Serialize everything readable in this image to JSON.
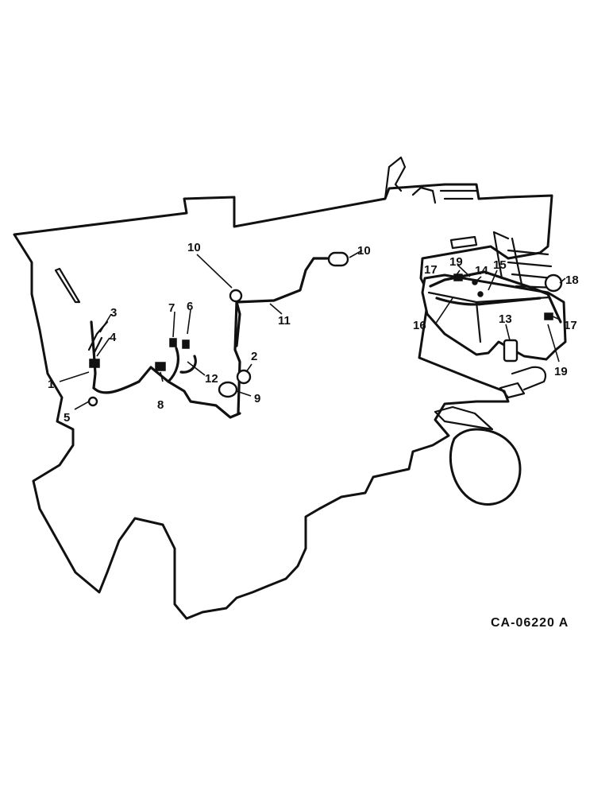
{
  "drawing_code": "CA-06220 A",
  "callouts": [
    {
      "id": "c1",
      "text": "1"
    },
    {
      "id": "c2",
      "text": "2"
    },
    {
      "id": "c3",
      "text": "3"
    },
    {
      "id": "c4",
      "text": "4"
    },
    {
      "id": "c5",
      "text": "5"
    },
    {
      "id": "c6",
      "text": "6"
    },
    {
      "id": "c7",
      "text": "7"
    },
    {
      "id": "c8",
      "text": "8"
    },
    {
      "id": "c9",
      "text": "9"
    },
    {
      "id": "c10a",
      "text": "10"
    },
    {
      "id": "c10b",
      "text": "10"
    },
    {
      "id": "c11",
      "text": "11"
    },
    {
      "id": "c12",
      "text": "12"
    },
    {
      "id": "c13",
      "text": "13"
    },
    {
      "id": "c14",
      "text": "14"
    },
    {
      "id": "c15",
      "text": "15"
    },
    {
      "id": "c16",
      "text": "16"
    },
    {
      "id": "c17a",
      "text": "17"
    },
    {
      "id": "c17b",
      "text": "17"
    },
    {
      "id": "c18",
      "text": "18"
    },
    {
      "id": "c19a",
      "text": "19"
    },
    {
      "id": "c19b",
      "text": "19"
    }
  ]
}
